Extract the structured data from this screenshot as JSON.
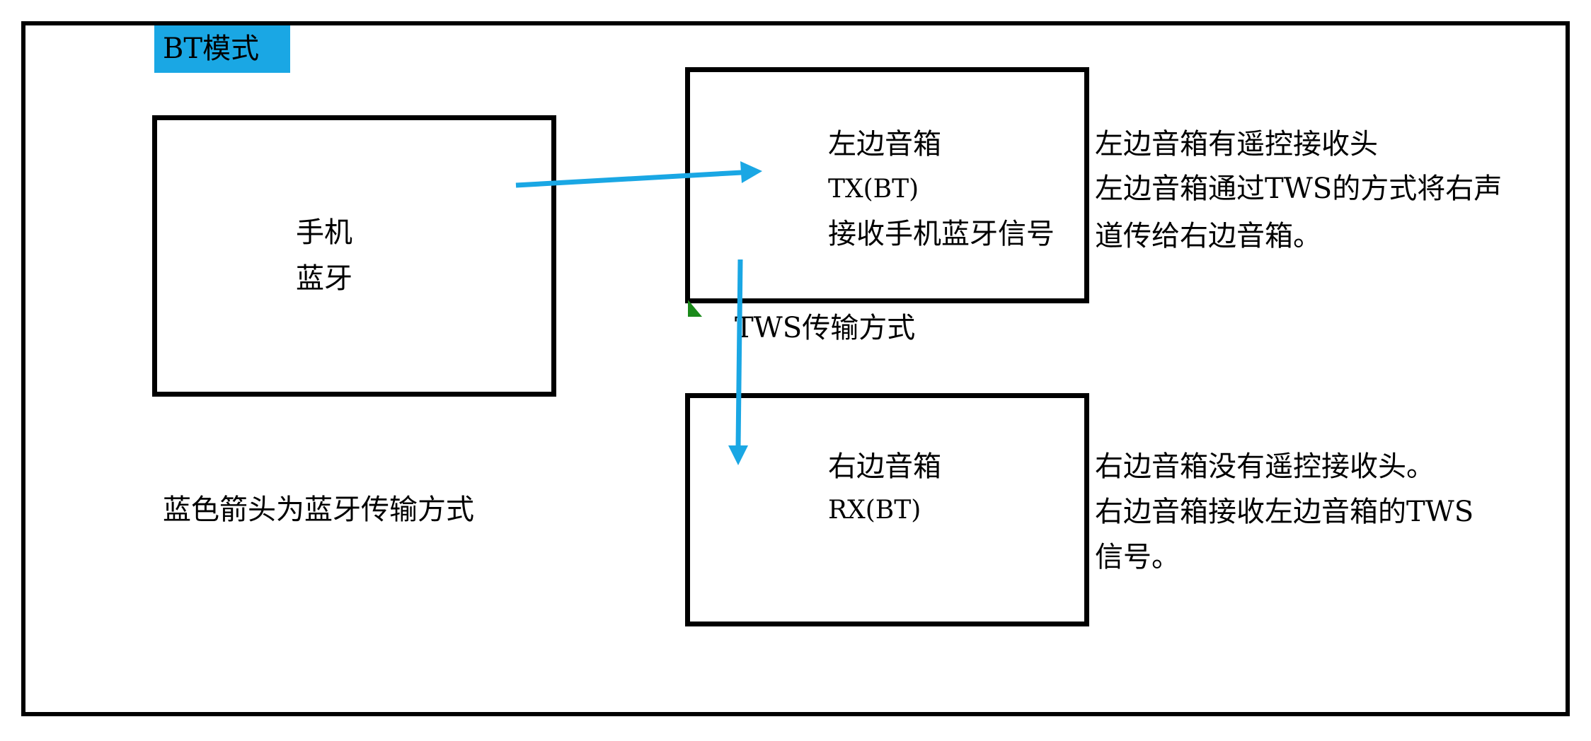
{
  "mode_tag": "BT模式",
  "phone": {
    "line1": "手机",
    "line2": "蓝牙"
  },
  "left_speaker": {
    "line1": "左边音箱",
    "line2": "TX(BT)",
    "line3": "接收手机蓝牙信号"
  },
  "right_speaker": {
    "line1": "右边音箱",
    "line2": "RX(BT)"
  },
  "tws_label": "TWS传输方式",
  "legend": "蓝色箭头为蓝牙传输方式",
  "left_note": {
    "line1": "左边音箱有遥控接收头",
    "line2": "左边音箱通过TWS的方式将右声",
    "line3": "道传给右边音箱。"
  },
  "right_note": {
    "line1": "右边音箱没有遥控接收头。",
    "line2": "右边音箱接收左边音箱的TWS",
    "line3": "信号。"
  },
  "colors": {
    "arrow": "#1aa7e4",
    "mode_tag_bg": "#1aa7e4",
    "marker": "#1a8a1a"
  }
}
